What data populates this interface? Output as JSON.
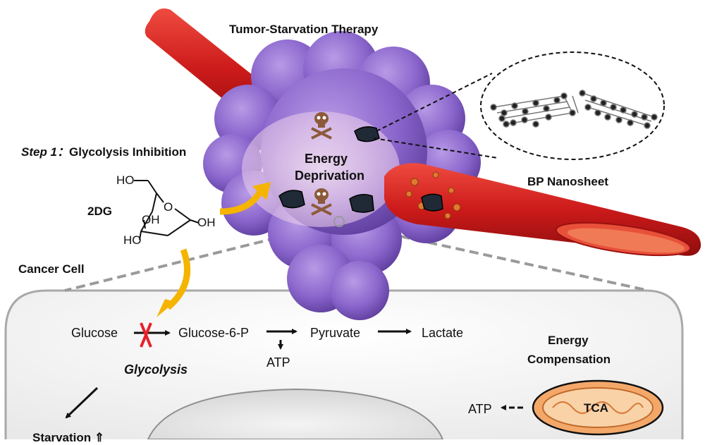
{
  "title": "Tumor-Starvation Therapy",
  "step1": {
    "prefix": "Step 1：",
    "text": "Glycolysis Inhibition"
  },
  "drug": {
    "name": "2DG",
    "labels": {
      "ho_top": "HO",
      "oh_ring": "OH",
      "oh_right": "OH",
      "ho_bottom": "HO",
      "ring_o": "O"
    }
  },
  "center": {
    "line1": "Energy",
    "line2": "Deprivation"
  },
  "nanosheet_label": "BP Nanosheet",
  "cell_label": "Cancer Cell",
  "pathway": {
    "glucose": "Glucose",
    "g6p": "Glucose-6-P",
    "pyruvate": "Pyruvate",
    "lactate": "Lactate",
    "atp": "ATP",
    "glycolysis": "Glycolysis"
  },
  "compensation": {
    "line1": "Energy",
    "line2": "Compensation",
    "atp": "ATP",
    "tca": "TCA"
  },
  "starvation": "Starvation ⇑",
  "colors": {
    "vessel": "#cc1a1a",
    "tumor": "#8a66cc",
    "yellow_arrow": "#f5b400",
    "cross": "#e8202a",
    "mitochondria": "#f3a86a",
    "skull": "#8c5a3a"
  }
}
